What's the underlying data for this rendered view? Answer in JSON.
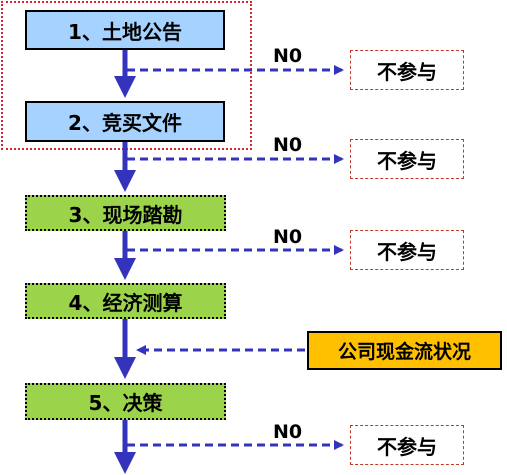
{
  "steps": [
    {
      "label": "1、土地公告"
    },
    {
      "label": "2、竞买文件"
    },
    {
      "label": "3、现场踏勘"
    },
    {
      "label": "4、经济测算"
    },
    {
      "label": "5、决策"
    }
  ],
  "no_labels": [
    "N0",
    "N0",
    "N0",
    "N0"
  ],
  "reject_boxes": [
    "不参与",
    "不参与",
    "不参与",
    "不参与"
  ],
  "cashflow_box": {
    "label": "公司现金流状况"
  },
  "colors": {
    "blue_step": "#a6d2ff",
    "green_step": "#9bd34b",
    "arrow": "#3333bb",
    "reject_border": "#c0392b",
    "cashflow_fill": "#ffc000",
    "group_frame": "#d0282e"
  }
}
